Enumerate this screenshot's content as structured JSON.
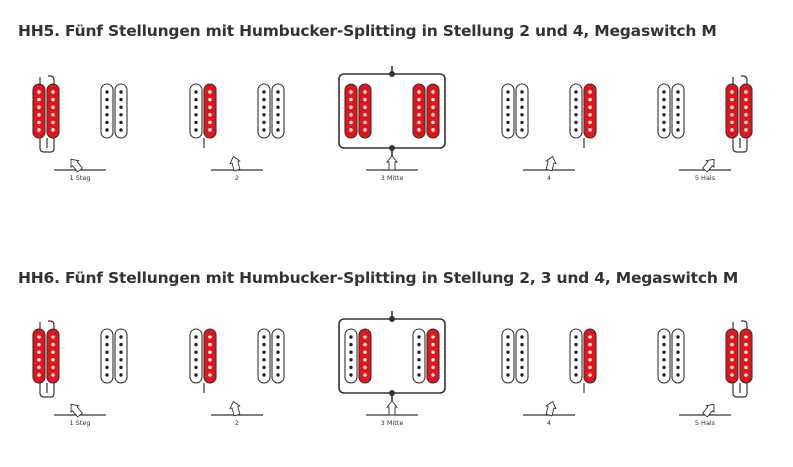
{
  "colors": {
    "active": "#e5141b",
    "inactive": "#ffffff",
    "outline": "#333333",
    "text": "#333333"
  },
  "sections": [
    {
      "title": "HH5. Fünf Stellungen mit Humbucker-Splitting in Stellung 2 und 4, Megaswitch M",
      "positions": [
        {
          "label": "1 Steg",
          "bridge": "full",
          "neck": "off"
        },
        {
          "label": "2",
          "bridge": "inner",
          "neck": "off"
        },
        {
          "label": "3 Mitte",
          "bridge": "full",
          "neck": "full"
        },
        {
          "label": "4",
          "bridge": "off",
          "neck": "inner"
        },
        {
          "label": "5 Hals",
          "bridge": "off",
          "neck": "full"
        }
      ]
    },
    {
      "title": "HH6. Fünf Stellungen mit Humbucker-Splitting in Stellung 2, 3 und 4, Megaswitch M",
      "positions": [
        {
          "label": "1 Steg",
          "bridge": "full",
          "neck": "off"
        },
        {
          "label": "2",
          "bridge": "inner",
          "neck": "off"
        },
        {
          "label": "3 Mitte",
          "bridge": "inner",
          "neck": "inner"
        },
        {
          "label": "4",
          "bridge": "off",
          "neck": "inner"
        },
        {
          "label": "5 Hals",
          "bridge": "off",
          "neck": "full"
        }
      ]
    }
  ]
}
